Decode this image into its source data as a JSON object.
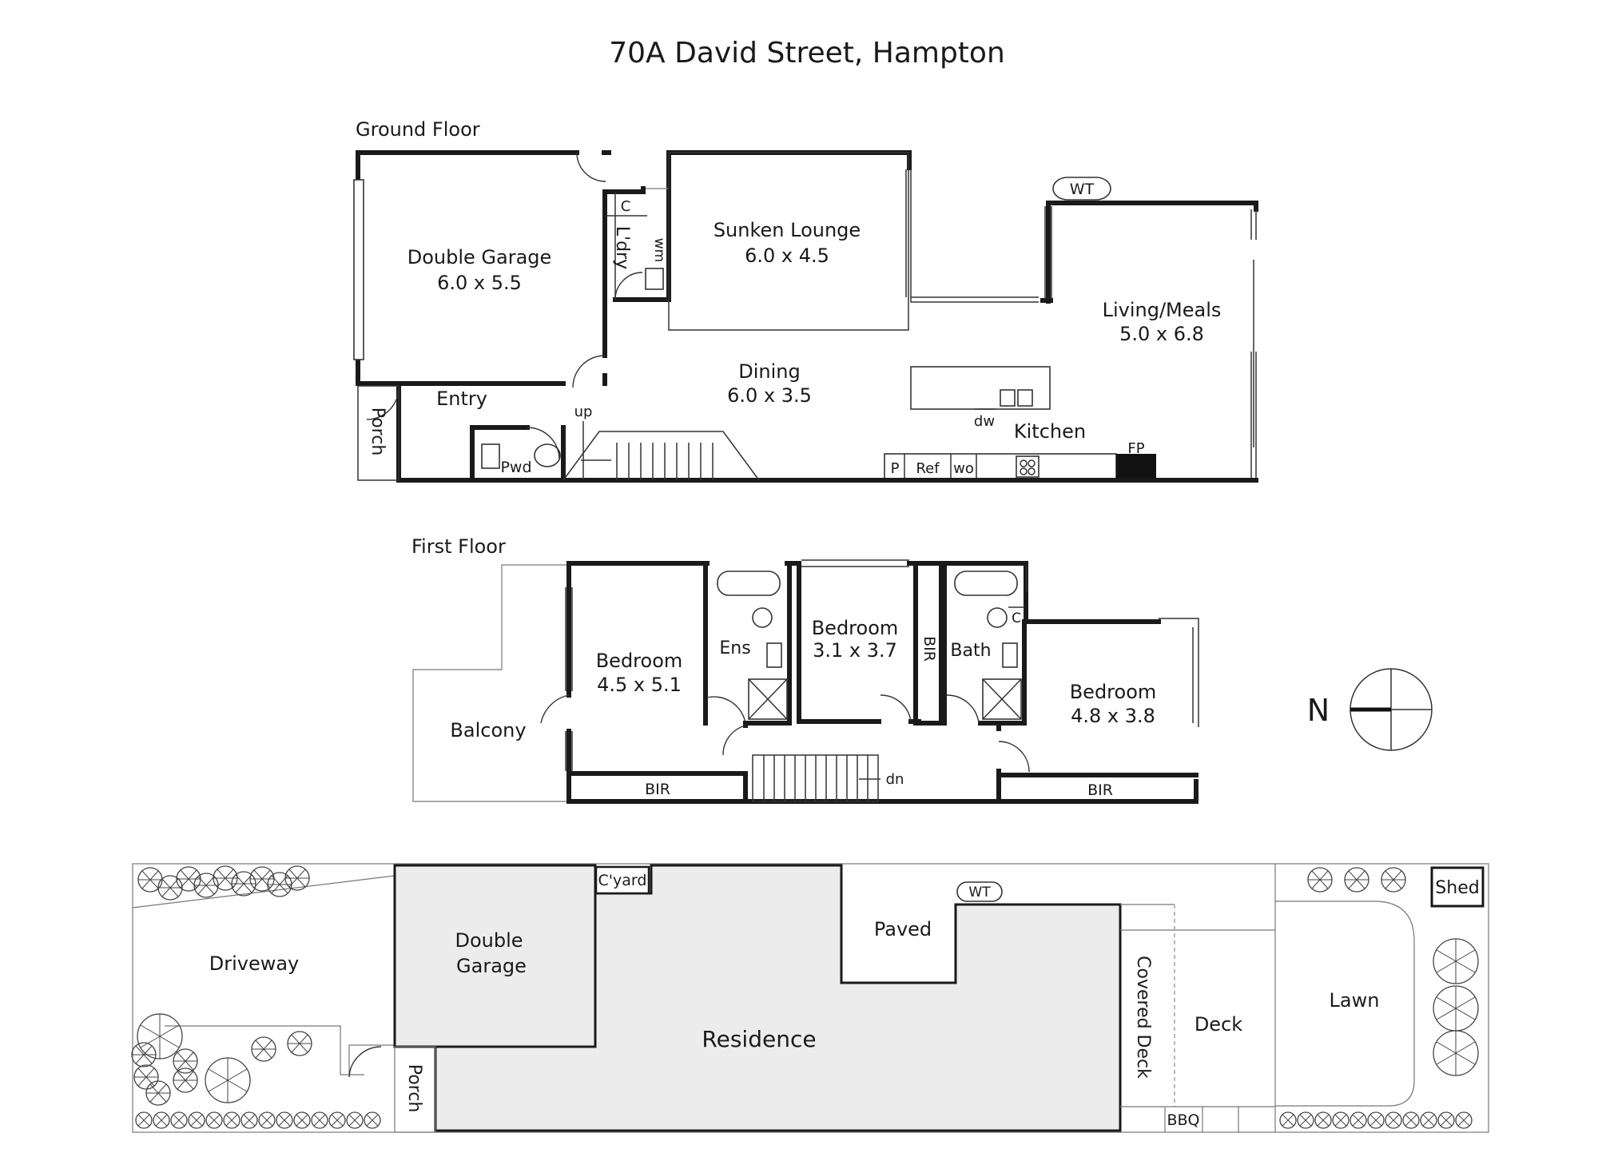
{
  "title": "70A David Street, Hampton",
  "ground_floor": {
    "heading": "Ground Floor",
    "rooms": {
      "garage_name": "Double Garage",
      "garage_dim": "6.0 x 5.5",
      "lounge_name": "Sunken Lounge",
      "lounge_dim": "6.0 x 4.5",
      "living_name": "Living/Meals",
      "living_dim": "5.0 x 6.8",
      "dining_name": "Dining",
      "dining_dim": "6.0 x 3.5",
      "entry": "Entry",
      "porch": "Porch",
      "laundry": "L'dry",
      "cupboard": "C",
      "washing_machine": "wm",
      "powder": "Pwd",
      "stairs_up": "up",
      "kitchen": "Kitchen",
      "dishwasher": "dw",
      "pantry": "P",
      "fridge": "Ref",
      "wall_oven": "wo",
      "fireplace": "FP",
      "water_tank": "WT"
    }
  },
  "first_floor": {
    "heading": "First Floor",
    "rooms": {
      "bed1_name": "Bedroom",
      "bed1_dim": "4.5 x 5.1",
      "bed2_name": "Bedroom",
      "bed2_dim": "3.1 x 3.7",
      "bed3_name": "Bedroom",
      "bed3_dim": "4.8 x 3.8",
      "ensuite": "Ens",
      "bath": "Bath",
      "cupboard": "C",
      "bir": "BIR",
      "balcony": "Balcony",
      "stairs_down": "dn"
    }
  },
  "compass": {
    "label": "N"
  },
  "site_plan": {
    "driveway": "Driveway",
    "garage_line1": "Double",
    "garage_line2": "Garage",
    "courtyard": "C'yard",
    "paved": "Paved",
    "residence": "Residence",
    "water_tank": "WT",
    "porch": "Porch",
    "covered_deck": "Covered Deck",
    "deck": "Deck",
    "bbq": "BBQ",
    "lawn": "Lawn",
    "shed": "Shed"
  }
}
